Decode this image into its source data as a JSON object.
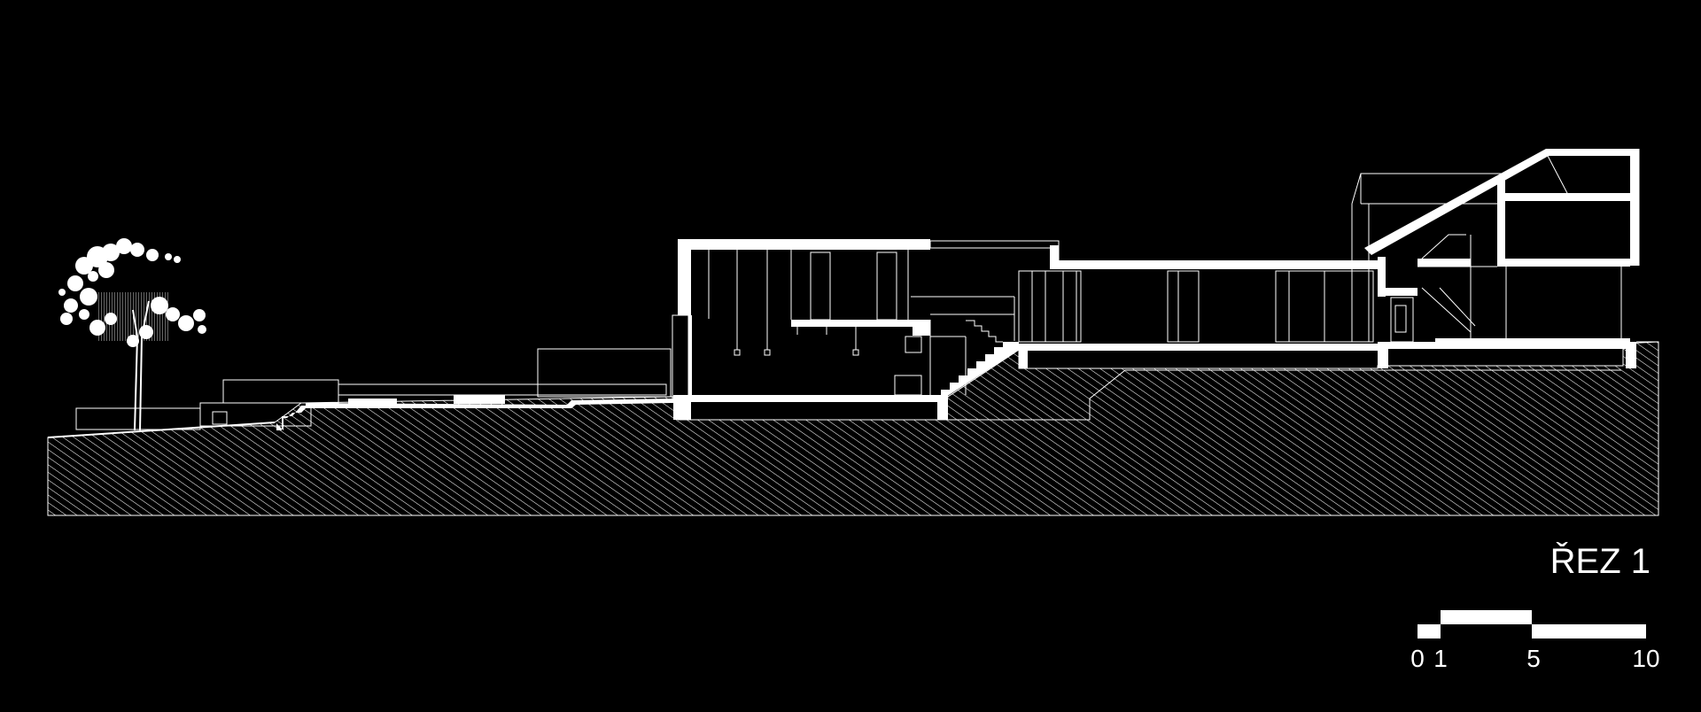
{
  "drawing": {
    "title": "ŘEZ 1",
    "scale_bar": {
      "labels": [
        "0",
        "1",
        "5",
        "10"
      ],
      "values": [
        0,
        1,
        5,
        10
      ]
    },
    "colors": {
      "background": "#000000",
      "lines": "#ffffff"
    }
  }
}
